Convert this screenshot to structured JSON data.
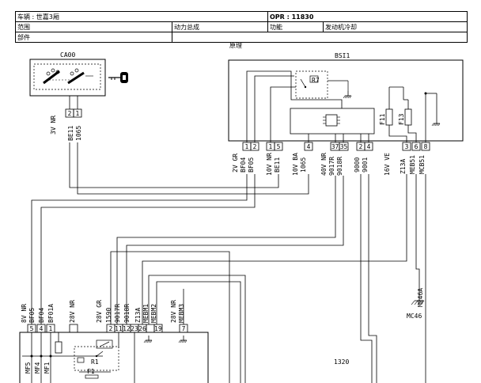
{
  "header": {
    "vehicle": "车辆 : 世嘉3厢",
    "opr": "OPR : 11830",
    "range_label": "范围",
    "range_value": "动力总成",
    "function_label": "功能",
    "function_value": "发动机冷却",
    "part_label": "部件"
  },
  "diagram": {
    "subtitle": "原理",
    "bsi_name": "BSI1",
    "ca00_name": "CA00",
    "mc46_name": "MC46",
    "unit_1320_name": "1320",
    "relay_r7": "R7",
    "relay_r1": "R1",
    "fuse_f1": "F1",
    "fuse_f11": "F11",
    "fuse_f13": "F13",
    "ca00_connector_label": "3V NR",
    "ca00_pins": [
      "2",
      "1"
    ],
    "ca00_wires": [
      "BE11",
      "1065"
    ],
    "bsi_pins": [
      "1",
      "2",
      "1",
      "5",
      "4",
      "37",
      "35",
      "2",
      "4",
      "3",
      "6",
      "8"
    ],
    "bsi_connectors": [
      "2V GR",
      "10V NR",
      "10V BA",
      "40V NR",
      "16V VE"
    ],
    "bsi_wires": [
      "BF04",
      "BF05",
      "BE11",
      "1065",
      "9017R",
      "9018R",
      "9000",
      "9001",
      "Z13A",
      "MEB51",
      "MCB51"
    ],
    "mc46_wire": "ME46A",
    "unit_pins": [
      "5",
      "4",
      "1",
      "2",
      "11",
      "12",
      "23",
      "26",
      "19",
      "7"
    ],
    "unit_connectors": [
      "8V NR",
      "28V NR",
      "28V GR",
      "28V NR"
    ],
    "unit_wires": [
      "BF05",
      "BF04",
      "BF01A",
      "1590",
      "9017R",
      "9018R",
      "Z13A",
      "MEBM1",
      "MEBM2",
      "MEBM3"
    ],
    "unit_internal_wires": [
      "MF5",
      "MF4",
      "MF1"
    ]
  }
}
